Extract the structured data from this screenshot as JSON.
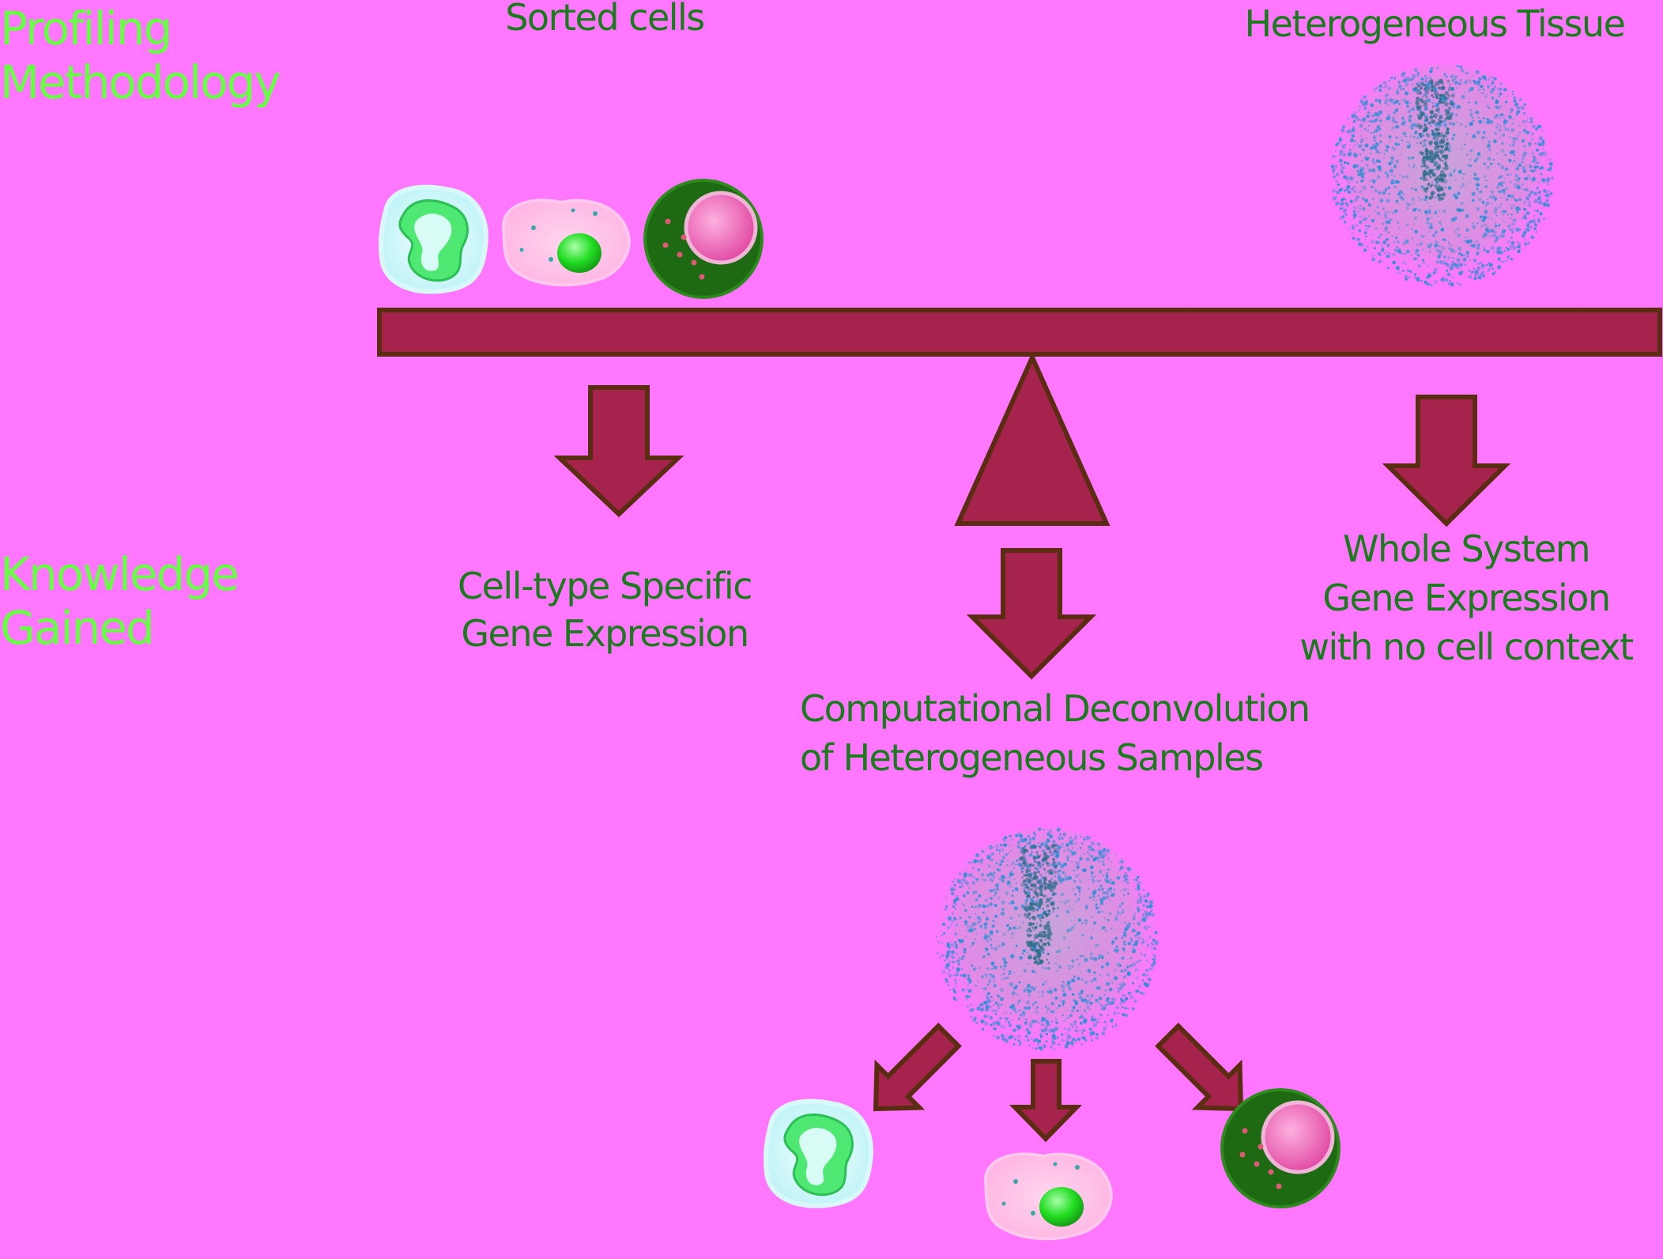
{
  "side_labels": {
    "profiling": [
      "Profiling",
      "Methodology"
    ],
    "knowledge": [
      "Knowledge",
      "Gained"
    ]
  },
  "top": {
    "sorted": "Sorted cells",
    "tissue": "Heterogeneous Tissue"
  },
  "outcomes": {
    "left": [
      "Cell-type Specific",
      "Gene Expression"
    ],
    "right": [
      "Whole System",
      "Gene Expression",
      "with no cell context"
    ],
    "center": [
      "Computational Deconvolution",
      "of Heterogeneous Samples"
    ]
  },
  "colors": {
    "background": "#ff77ff",
    "beam": "#a5234d",
    "outline": "#5a2d12",
    "side_label": "#66ff44",
    "text": "#1b7a1b",
    "tissue_dots": "#2a8fd6"
  },
  "icons": {
    "cell_a": "neutrophil-cell-icon",
    "cell_b": "epithelial-cell-icon",
    "cell_c": "lymphocyte-cell-icon",
    "tissue": "tissue-sphere-icon"
  }
}
